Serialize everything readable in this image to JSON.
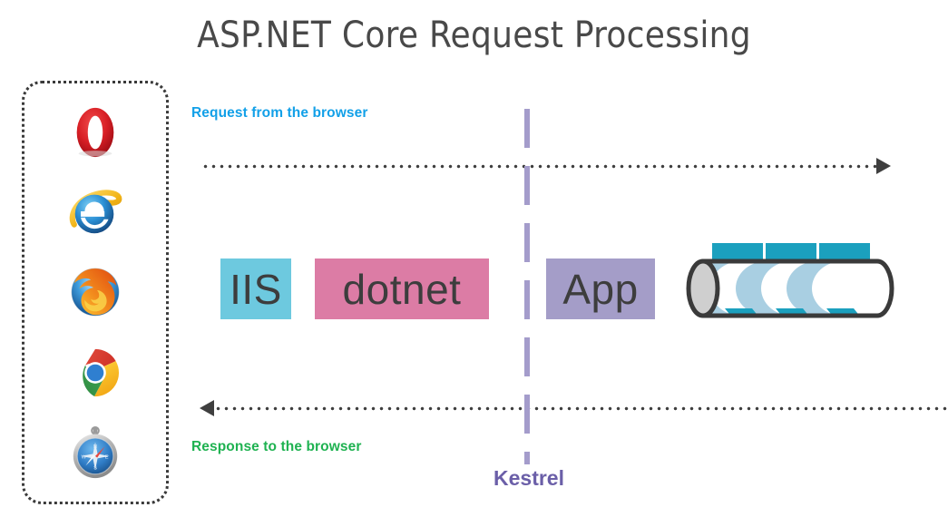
{
  "title": "ASP.NET Core Request Processing",
  "browsers": {
    "panel_name": "browser-clients-panel",
    "items": [
      {
        "name": "opera-icon",
        "label": "Opera"
      },
      {
        "name": "internet-explorer-icon",
        "label": "Internet Explorer"
      },
      {
        "name": "firefox-icon",
        "label": "Firefox"
      },
      {
        "name": "chrome-icon",
        "label": "Google Chrome"
      },
      {
        "name": "safari-icon",
        "label": "Safari"
      }
    ]
  },
  "flow": {
    "request_label": "Request from the browser",
    "request_color": "#12A0E8",
    "response_label": "Response to the browser",
    "response_color": "#1FB251",
    "line_color": "#3f3f3f"
  },
  "kestrel": {
    "label": "Kestrel",
    "color": "#6B5FA8",
    "divider_color": "#A49CCB"
  },
  "stages": [
    {
      "name": "iis",
      "label": "IIS",
      "color": "#6DC9DF"
    },
    {
      "name": "dotnet",
      "label": "dotnet",
      "color": "#DC7CA5"
    },
    {
      "name": "app",
      "label": "App",
      "color": "#A49DC8"
    }
  ],
  "pipeline": {
    "name": "middleware-pipeline-cylinder",
    "band_count": 3,
    "band_color": "#1BA0BE",
    "band_inner_color": "#A9CFE2",
    "outline_color": "#3a3a3a",
    "cap_color": "#cfcfcf"
  }
}
